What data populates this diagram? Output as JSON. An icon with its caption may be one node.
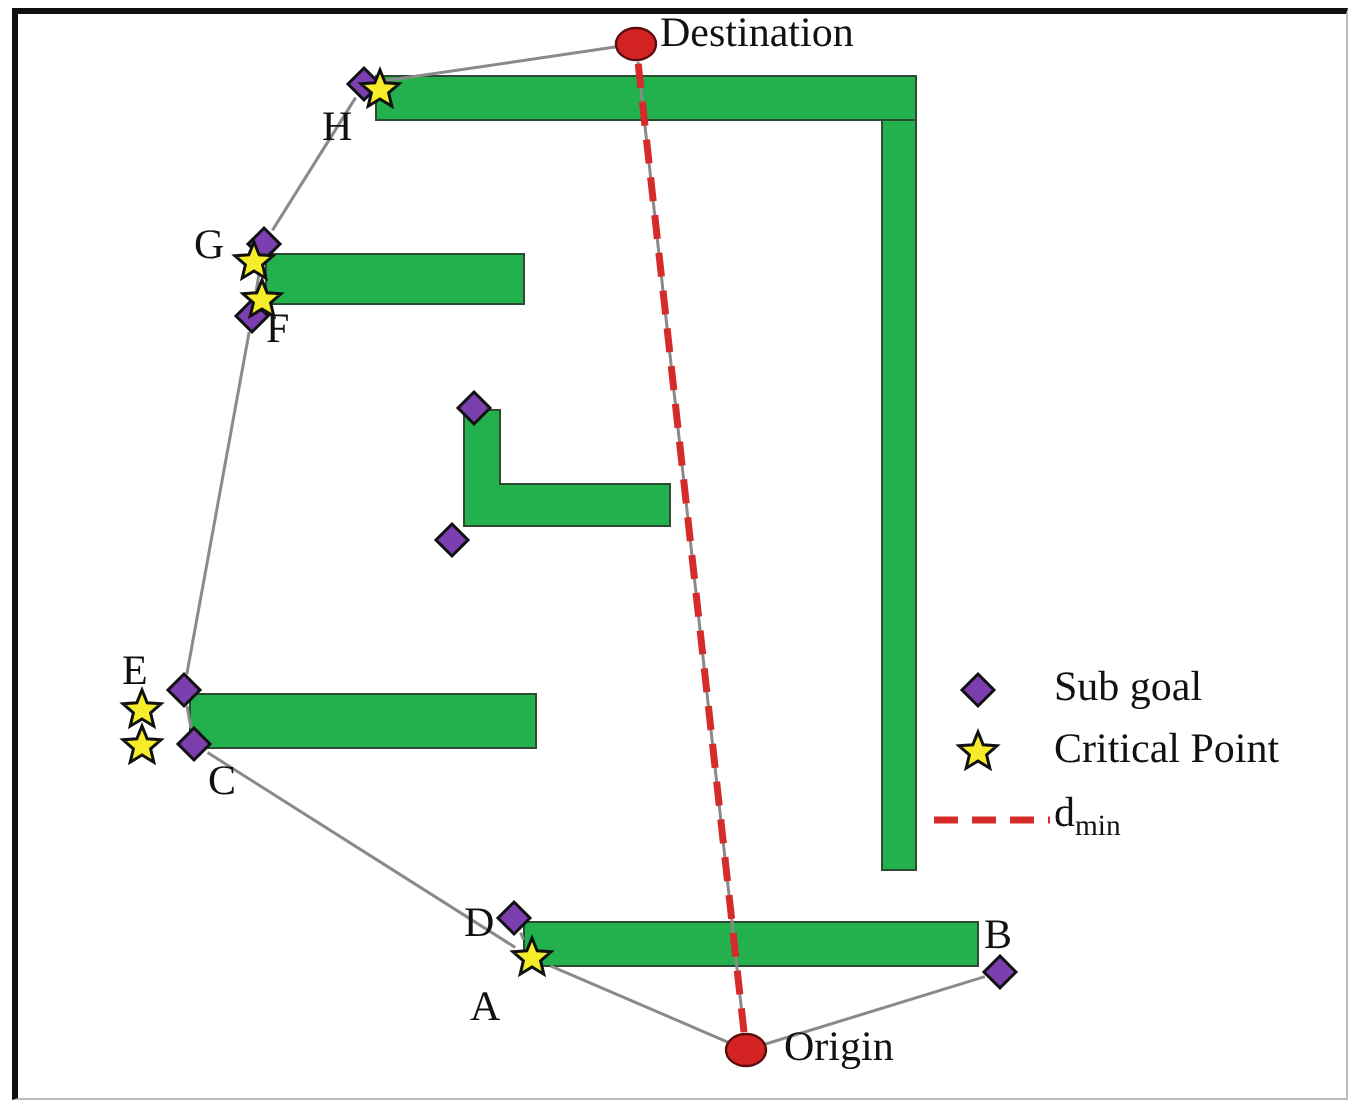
{
  "diagram": {
    "nodes": [
      {
        "text": [
          "Destination"
        ]
      },
      {
        "text": [
          "H"
        ]
      },
      {
        "text": [
          "G"
        ]
      },
      {
        "text": [
          "F"
        ]
      },
      {
        "text": [],
        "shape": "diamond"
      },
      {
        "text": [],
        "shape": "diamond"
      },
      {
        "text": [
          "E"
        ]
      },
      {
        "text": [
          "C"
        ]
      },
      {
        "text": [
          "D"
        ]
      },
      {
        "text": [
          "A"
        ]
      },
      {
        "text": [
          "B"
        ]
      },
      {
        "text": [
          "Origin"
        ]
      },
      {
        "text": [],
        "shape": "star"
      },
      {
        "text": [],
        "shape": "star"
      },
      {
        "text": [],
        "shape": "star"
      },
      {
        "text": [],
        "shape": "star"
      },
      {
        "text": [],
        "shape": "star"
      }
    ],
    "edges": [
      {
        "from": 0,
        "to": 1,
        "arrow": "none"
      },
      {
        "from": 1,
        "to": 2,
        "arrow": "none"
      },
      {
        "from": 2,
        "to": 3,
        "arrow": "none"
      },
      {
        "from": 3,
        "to": 6,
        "arrow": "none"
      },
      {
        "from": 6,
        "to": 7,
        "arrow": "none"
      },
      {
        "from": 7,
        "to": 9,
        "arrow": "none"
      },
      {
        "from": 9,
        "to": 8,
        "arrow": "none"
      },
      {
        "from": 9,
        "to": 11,
        "arrow": "none"
      },
      {
        "from": 11,
        "to": 10,
        "arrow": "none"
      },
      {
        "from": 11,
        "to": 0,
        "arrow": "none"
      },
      {
        "from": 11,
        "to": 0,
        "arrow": "none",
        "style": "dashed",
        "color": "#d62b2b"
      }
    ],
    "legend": [
      {
        "text": "Sub goal"
      },
      {
        "text": "Critical Point"
      },
      {
        "text": "d$_{min}$"
      }
    ]
  }
}
